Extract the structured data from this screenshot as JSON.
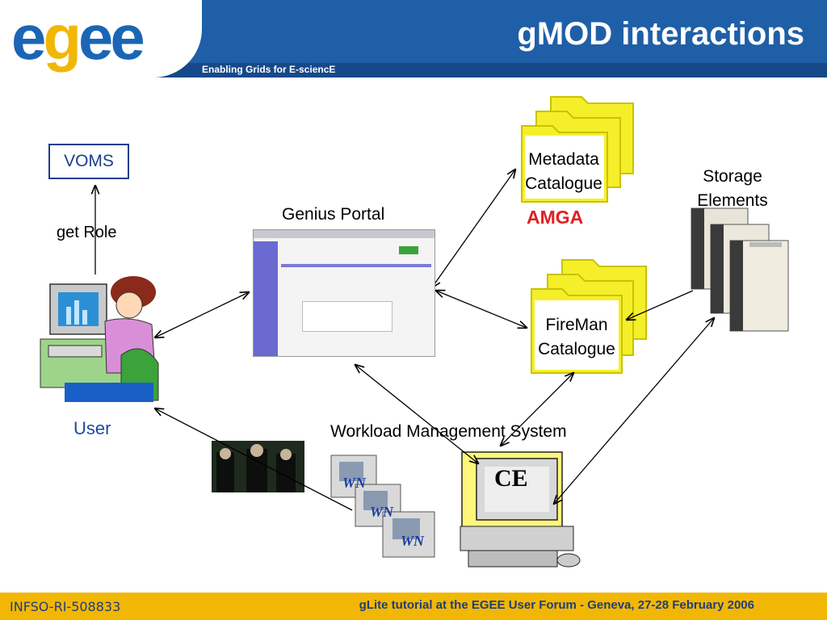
{
  "header": {
    "logo": "egee",
    "tagline": "Enabling Grids for E-sciencE",
    "title": "gMOD interactions"
  },
  "diagram": {
    "voms": "VOMS",
    "get_role": "get Role",
    "user": "User",
    "genius_portal": "Genius Portal",
    "metadata_catalogue_line1": "Metadata",
    "metadata_catalogue_line2": "Catalogue",
    "amga": "AMGA",
    "storage_elements_line1": "Storage",
    "storage_elements_line2": "Elements",
    "fireman_line1": "FireMan",
    "fireman_line2": "Catalogue",
    "workload_management": "Workload Management System",
    "ce": "CE",
    "wn": "WN"
  },
  "footer": {
    "left": "INFSO-RI-508833",
    "right": "gLite tutorial at the EGEE User Forum - Geneva, 27-28 February 2006"
  },
  "colors": {
    "header_blue": "#1f5fa8",
    "footer_yellow": "#f2b705",
    "amga_red": "#e02020",
    "folder_yellow": "#f5ef2a"
  }
}
